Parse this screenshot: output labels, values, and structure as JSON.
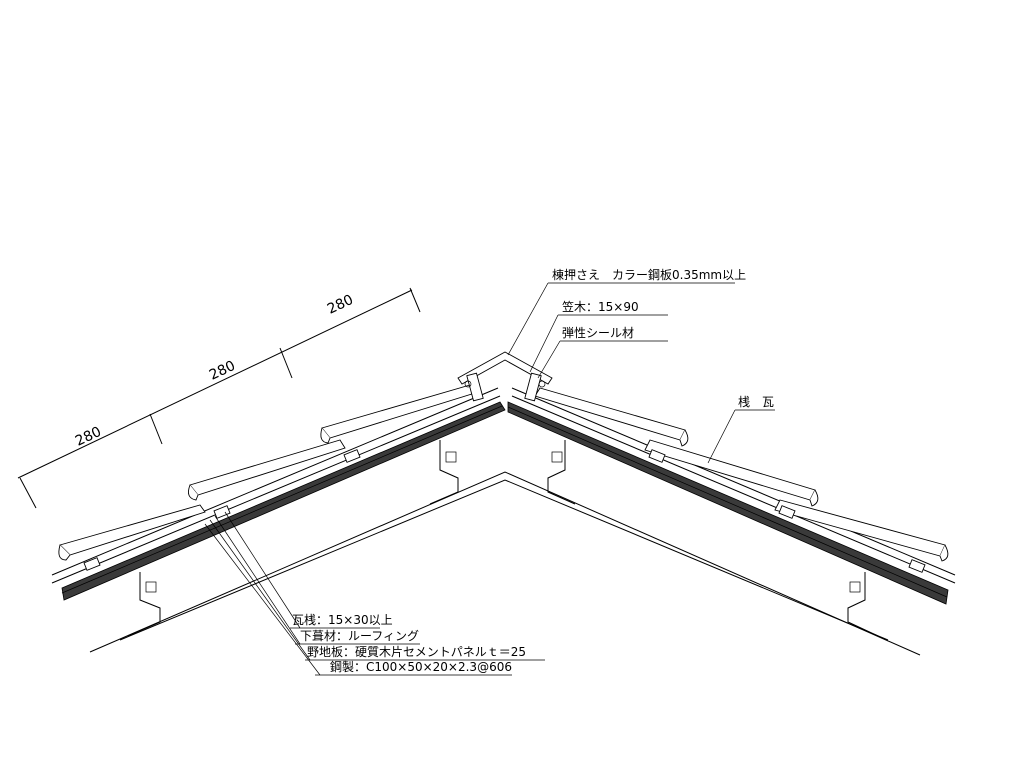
{
  "dimensions": [
    "280",
    "280",
    "280"
  ],
  "labels": {
    "ridge_cover": "棟押さえ　カラー鋼板0.35mm以上",
    "kasagi": "笠木：15×90",
    "sealant": "弾性シール材",
    "tile": "桟　瓦",
    "batten": "瓦桟：15×30以上",
    "underlay": "下葺材：ルーフィング",
    "sheathing": "野地板：硬質木片セメントパネルｔ＝25",
    "purlin": "鋼製：C100×50×20×2.3@606"
  }
}
